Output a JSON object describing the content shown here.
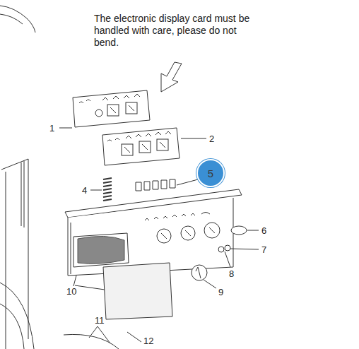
{
  "diagram": {
    "nodes": [
      {
        "text": [
          "5"
        ]
      }
    ],
    "labels": [
      "The electronic display card must be handled with care, please do not bend.",
      "1",
      "2",
      "4",
      "6",
      "7",
      "8",
      "9",
      "10",
      "11",
      "12"
    ]
  }
}
